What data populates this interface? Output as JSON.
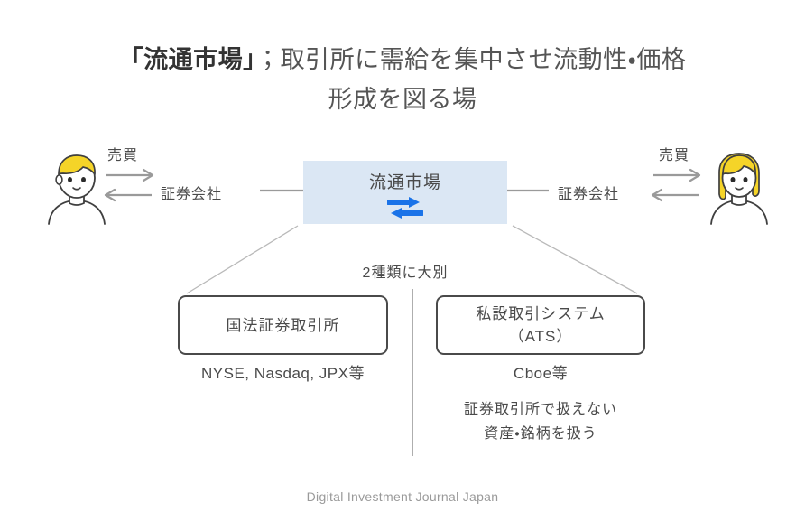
{
  "title": {
    "emphasis": "「流通市場」",
    "rest": "；取引所に需給を集中させ流動性・価格",
    "line2": "形成を図る場"
  },
  "market": {
    "label": "流通市場",
    "icon": "exchange-arrows-icon",
    "fill_color": "#dbe7f4",
    "icon_color": "#1a73e8"
  },
  "participants": {
    "left": {
      "avatar": "person-male-avatar",
      "trade_label": "売買",
      "broker_label": "証券会社"
    },
    "right": {
      "avatar": "person-female-avatar",
      "trade_label": "売買",
      "broker_label": "証券会社"
    }
  },
  "split": {
    "label": "2種類に大別"
  },
  "categories": [
    {
      "name": "国法証券取引所",
      "line2": "",
      "examples": "NYSE, Nasdaq, JPX等",
      "note": ""
    },
    {
      "name": "私設取引システム",
      "line2": "（ATS）",
      "examples": "Cboe等",
      "note_line1": "証券取引所で扱えない",
      "note_line2": "資産・銘柄を扱う"
    }
  ],
  "footer": {
    "text": "Digital Investment Journal Japan"
  },
  "colors": {
    "text": "#4a4a4a",
    "muted": "#9a9a9a",
    "line": "#9a9a9a",
    "accent": "#1a73e8",
    "panel": "#dbe7f4",
    "hair": "#f5d428"
  }
}
